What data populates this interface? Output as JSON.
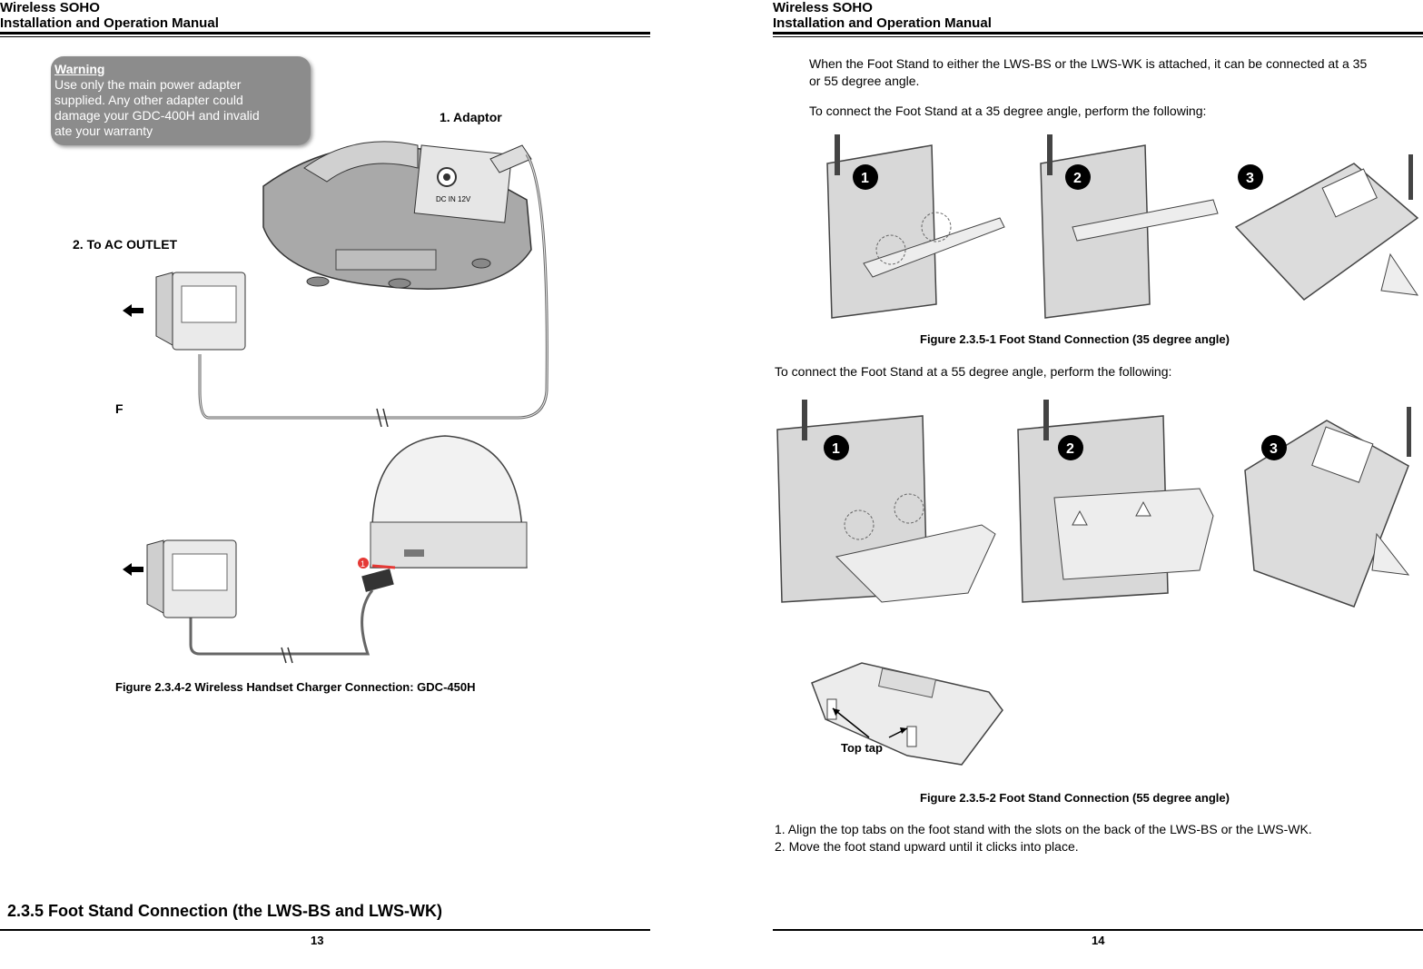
{
  "header": {
    "line1": "Wireless SOHO",
    "line2": "Installation and Operation Manual"
  },
  "left_page": {
    "warning": {
      "title": "Warning",
      "lines": [
        "Use only the main power adapter",
        "supplied. Any other adapter could",
        "damage your GDC-400H and invalid",
        "ate your warranty"
      ]
    },
    "label_adaptor": "1. Adaptor",
    "label_ac_outlet": "2. To AC OUTLET",
    "label_cutoff": "F",
    "dc_label": "DC IN 12V",
    "step_marker": "1",
    "figure_caption": "Figure 2.3.4-2 Wireless Handset Charger Connection: GDC-450H",
    "section_heading": "2.3.5 Foot Stand Connection (the LWS-BS and LWS-WK)",
    "page_number": "13"
  },
  "right_page": {
    "intro_lines": [
      "When the Foot Stand to either the LWS-BS or the LWS-WK is attached, it can be connected at a 35",
      "or 55 degree angle."
    ],
    "para_35": "To connect the Foot Stand at a 35 degree angle, perform the following:",
    "figure1_caption": "Figure 2.3.5-1 Foot Stand Connection (35 degree angle)",
    "para_55": "To connect the Foot Stand at a 55 degree angle, perform the following:",
    "step_numbers": [
      "1",
      "2",
      "3"
    ],
    "top_tap_label": "Top tap",
    "figure2_caption": "Figure 2.3.5-2 Foot Stand Connection (55 degree angle)",
    "steps": [
      "1. Align the top tabs on the foot stand with the slots on the back of the LWS-BS or the LWS-WK.",
      "2. Move the foot stand upward until it clicks into place."
    ],
    "page_number": "14"
  }
}
